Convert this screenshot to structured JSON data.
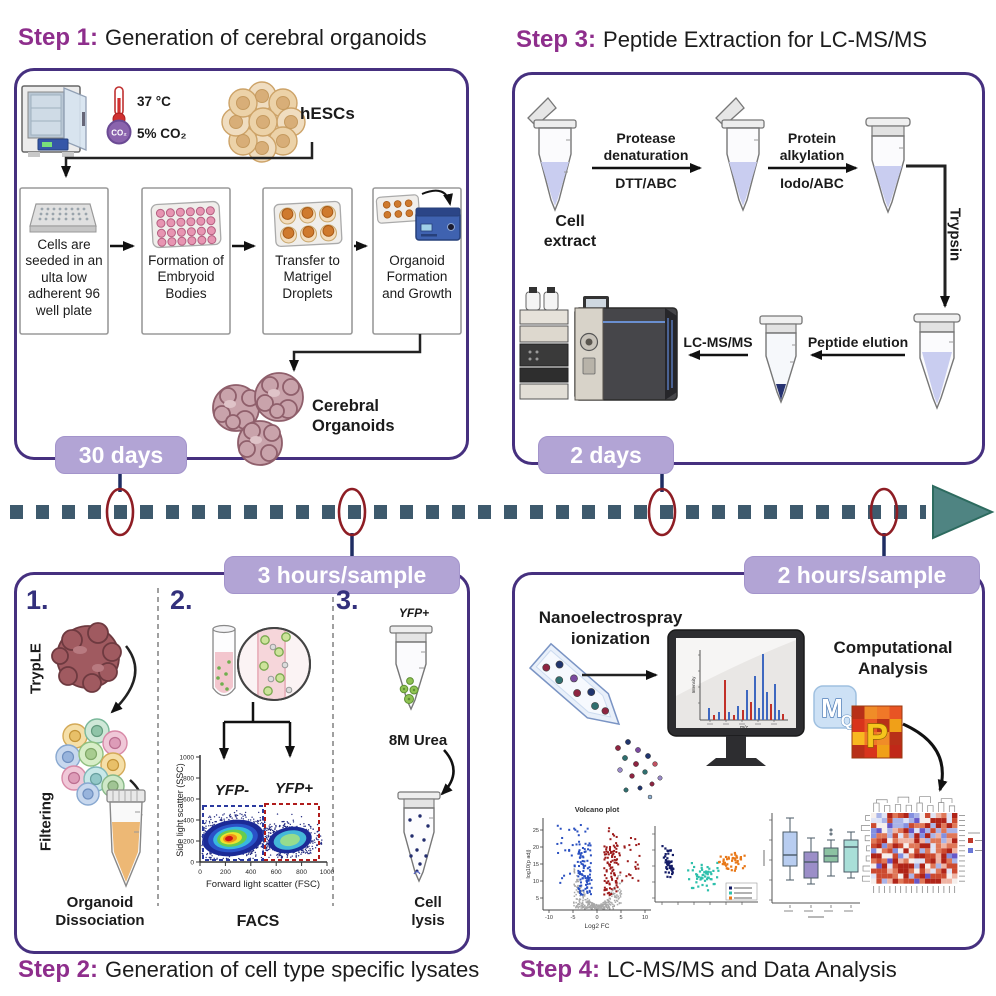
{
  "colors": {
    "step_purple": "#8e2e8c",
    "panel_border": "#46307f",
    "badge_bg": "#b2a4d5",
    "timeline_dash": "#3e5a6d",
    "timeline_circle": "#8e1d24",
    "connector_navy": "#1f2d63",
    "arrowhead_teal": "#4f8482"
  },
  "step1": {
    "label": "Step 1:",
    "title": "Generation of cerebral organoids",
    "temp": "37 °C",
    "co2": "5% CO₂",
    "co2_icon": "CO₂",
    "hescs": "hESCs",
    "box1": "Cells are seeded in an ulta low adherent 96 well plate",
    "box2": "Formation of Embryoid Bodies",
    "box3": "Transfer to Matrigel Droplets",
    "box4": "Organoid Formation and Growth",
    "result": "Cerebral Organoids",
    "duration": "30 days"
  },
  "step3": {
    "label": "Step 3:",
    "title": "Peptide Extraction for LC-MS/MS",
    "cell_extract": "Cell extract",
    "arrow1_title": "Protease denaturation",
    "arrow1_sub": "DTT/ABC",
    "arrow2_title": "Protein alkylation",
    "arrow2_sub": "Iodo/ABC",
    "trypsin": "Trypsin",
    "peptide_elution": "Peptide elution",
    "lcms": "LC-MS/MS",
    "duration": "2 days"
  },
  "timeline": {
    "left_badge": "3 hours/sample",
    "right_badge": "2 hours/sample"
  },
  "step2": {
    "label": "Step 2:",
    "title": "Generation of cell type specific lysates",
    "n1": "1.",
    "n2": "2.",
    "n3": "3.",
    "tryple": "TrypLE",
    "filtering": "Filtering",
    "organoid_dissociation": "Organoid Dissociation",
    "facs_label": "FACS",
    "cell_lysis": "Cell lysis",
    "yfp_tube": "YFP+",
    "urea": "8M Urea",
    "facs": {
      "ylabel": "Side light scatter (SSC)",
      "xlabel": "Forward light scatter (FSC)",
      "xticks": [
        "0",
        "200",
        "400",
        "600",
        "800",
        "1000"
      ],
      "yticks": [
        "0",
        "200",
        "400",
        "600",
        "800",
        "1000"
      ],
      "gate_neg": "YFP-",
      "gate_pos": "YFP+"
    }
  },
  "step4": {
    "label": "Step 4:",
    "title": "LC-MS/MS and Data Analysis",
    "nano": "Nanoelectrospray ionization",
    "comp": "Computational Analysis",
    "mq_m": "M",
    "mq_q": "Q",
    "perseus_p": "P",
    "spectrum": {
      "ylabel": "Intensity",
      "xlabel": "m/z"
    },
    "volcano": {
      "title": "Volcano plot",
      "xlabel": "Log2 FC",
      "ylabel": "log10(p adj)",
      "xticks": [
        "-10",
        "-5",
        "0",
        "5",
        "10"
      ],
      "yticks": [
        "5",
        "10",
        "15",
        "20",
        "25"
      ]
    }
  }
}
